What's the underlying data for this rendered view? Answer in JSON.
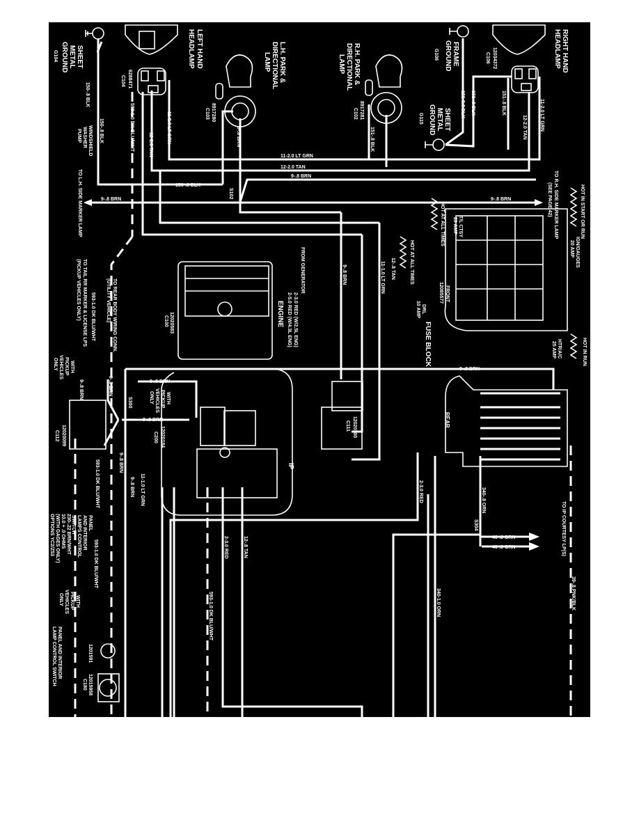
{
  "colors": {
    "background": "#000000",
    "wire": "#ffffff",
    "page": "#ffffff"
  },
  "components": {
    "left_headlamp": [
      "LEFT HAND",
      "HEADLAMP"
    ],
    "right_headlamp": [
      "RIGHT HAND",
      "HEADLAMP"
    ],
    "lh_park": [
      "L.H. PARK &",
      "DIRECTIONAL",
      "LAMP"
    ],
    "rh_park": [
      "R.H. PARK &",
      "DIRECTIONAL",
      "LAMP"
    ],
    "sheet_metal_ground_left": [
      "SHEET",
      "METAL",
      "GROUND"
    ],
    "g104": "G104",
    "frame_ground": [
      "FRAME",
      "GROUND"
    ],
    "g106": "G106",
    "sheet_metal_ground_right": [
      "SHEET",
      "METAL",
      "GROUND"
    ],
    "g115": "G115",
    "c104": [
      "6288471",
      "C104"
    ],
    "c103": [
      "8917280",
      "C103"
    ],
    "c102": [
      "8917281",
      "C102"
    ],
    "c106": [
      "12034372",
      "C106"
    ],
    "windshield_washer": [
      "WINDSHIELD",
      "WASHER",
      "PUMP"
    ],
    "engine": "ENGINE",
    "from_generator": "FROM GENERATOR",
    "c100": [
      "12020583",
      "C100"
    ],
    "c111": [
      "12020100",
      "C111"
    ],
    "c112": [
      "12020099",
      "C112"
    ],
    "c200": [
      "12020184",
      "C200"
    ],
    "ip": "IP",
    "s300": "S300",
    "s304": "S304",
    "fuse_block": "FUSE BLOCK",
    "front": [
      "FRONT",
      "12085577"
    ],
    "rear": "REAR",
    "with_pickup": [
      "WITH",
      "PICKUP",
      "VEHICLES",
      "ONLY"
    ],
    "panel_switch": [
      "PANEL AND INTERIOR",
      "LAMP CONTROL SWITCH"
    ],
    "c180": [
      "12015958",
      "C180"
    ],
    "c181": "1201591",
    "panel_lamps_switch": [
      "PANEL",
      "AND INTERIOR",
      "LAMPS CONTROL",
      "SWITCH"
    ]
  },
  "callouts": {
    "hot_start_run": "HOT IN START OR RUN",
    "hot_all_times_1": "HOT AT ALL TIMES",
    "hot_all_times_2": "HOT AT ALL TIMES",
    "hot_in_run": "HOT IN RUN",
    "tl_ctsy": [
      "T/L CTSY",
      "20 AMP"
    ],
    "ign_gauges": [
      "IGN/GAUGES",
      "20 AMP"
    ],
    "drl": [
      "DRL",
      "10 AMP"
    ],
    "htr_ac": [
      "HTR/A/C",
      "25 AMP"
    ],
    "to_lh_side_marker": "TO L.H. SIDE MARKER LAMP",
    "to_rh_side_marker": [
      "TO R.H. SIDE MARKER LAMP",
      "(SEE PAGE 42)"
    ],
    "to_rear_body": [
      "TO REAR BODY WIRING CONN.",
      "(UTILITY VEHICLE)"
    ],
    "to_tail": [
      "TO TAIL RR MARKER & LICENSE LPS",
      "(PICKUP VEHICLES ONLY)"
    ],
    "to_ip_courtesy": "TO IP COURTESY LP(S)",
    "engine_red": [
      "2-3.0 RED (W/2.5L ENG)",
      "2-5.0 RED (W/4.3L ENG)"
    ],
    "resistor": [
      "230-.22 BRN/WHT",
      "10.0 + .0 OHMS",
      "(WITH GAGES ONLY)",
      "OPTIONS YC2/Z53"
    ]
  },
  "wires": {
    "w150_left_a": "150-.8 BLK",
    "w150_left_b": "150-.8 BLK",
    "w150_h": "150-.8 BLK",
    "w593_top": "593-1.0 DK BLU/WHT",
    "w12_left": "12-2.0 TAN",
    "w11_left": "11-2.0 LT GRN",
    "w9_c103": "9-.8 BRN",
    "w11_h": "11-2.0 LT GRN",
    "w12_h": "12-2.0 TAN",
    "w9_h1": "9-.8 BRN",
    "w9_lh_marker": "9-.8 BRN",
    "w9_rh_marker": "9-.8 BRN",
    "s102": "S102",
    "w151_c102": "151-.8 BLK",
    "w151_frame": "151-3.0 BLK",
    "w151_a": "151-.8 BLK",
    "w151_b": "151-.8 BLK",
    "w12_right": "12-2.0 TAN",
    "w11_right": "11-2.0 LT GRN",
    "w9_mid": "9-.8 BRN",
    "w11_mid": "11-1.0 LT GRN",
    "w12_mid": "12-.8 TAN",
    "w9_long": "9-.8 BRN",
    "w9_c200": "9-.8 BRN",
    "w9_s300": "9-.8 BRN",
    "w9_up": "9-.8 BRN",
    "w9_c112": "9-.8 BRN",
    "w593_v": "593-1.0 DK BLU/WHT",
    "w9_down1": "9-.8 BRN",
    "w9_down2": "9-.8 BRN",
    "w11_down": "11-1.0 LT GRN",
    "w593_low": "593-1.0 DK BLU/WHT",
    "w593_bottom": "593-1.0 DK BLU/WHT",
    "w2_red": "2-3.0 RED",
    "w2_red_b": "2-3.0 RED",
    "w12_tan_b": "12-.8 TAN",
    "w340_a": "340-.8 ORN",
    "w340_b": "340-1.0 ORN",
    "w40_a": "40-.8 ORN",
    "w40_b": "40-.8 ORN",
    "w39": "39-.8 PNK/BLK"
  }
}
